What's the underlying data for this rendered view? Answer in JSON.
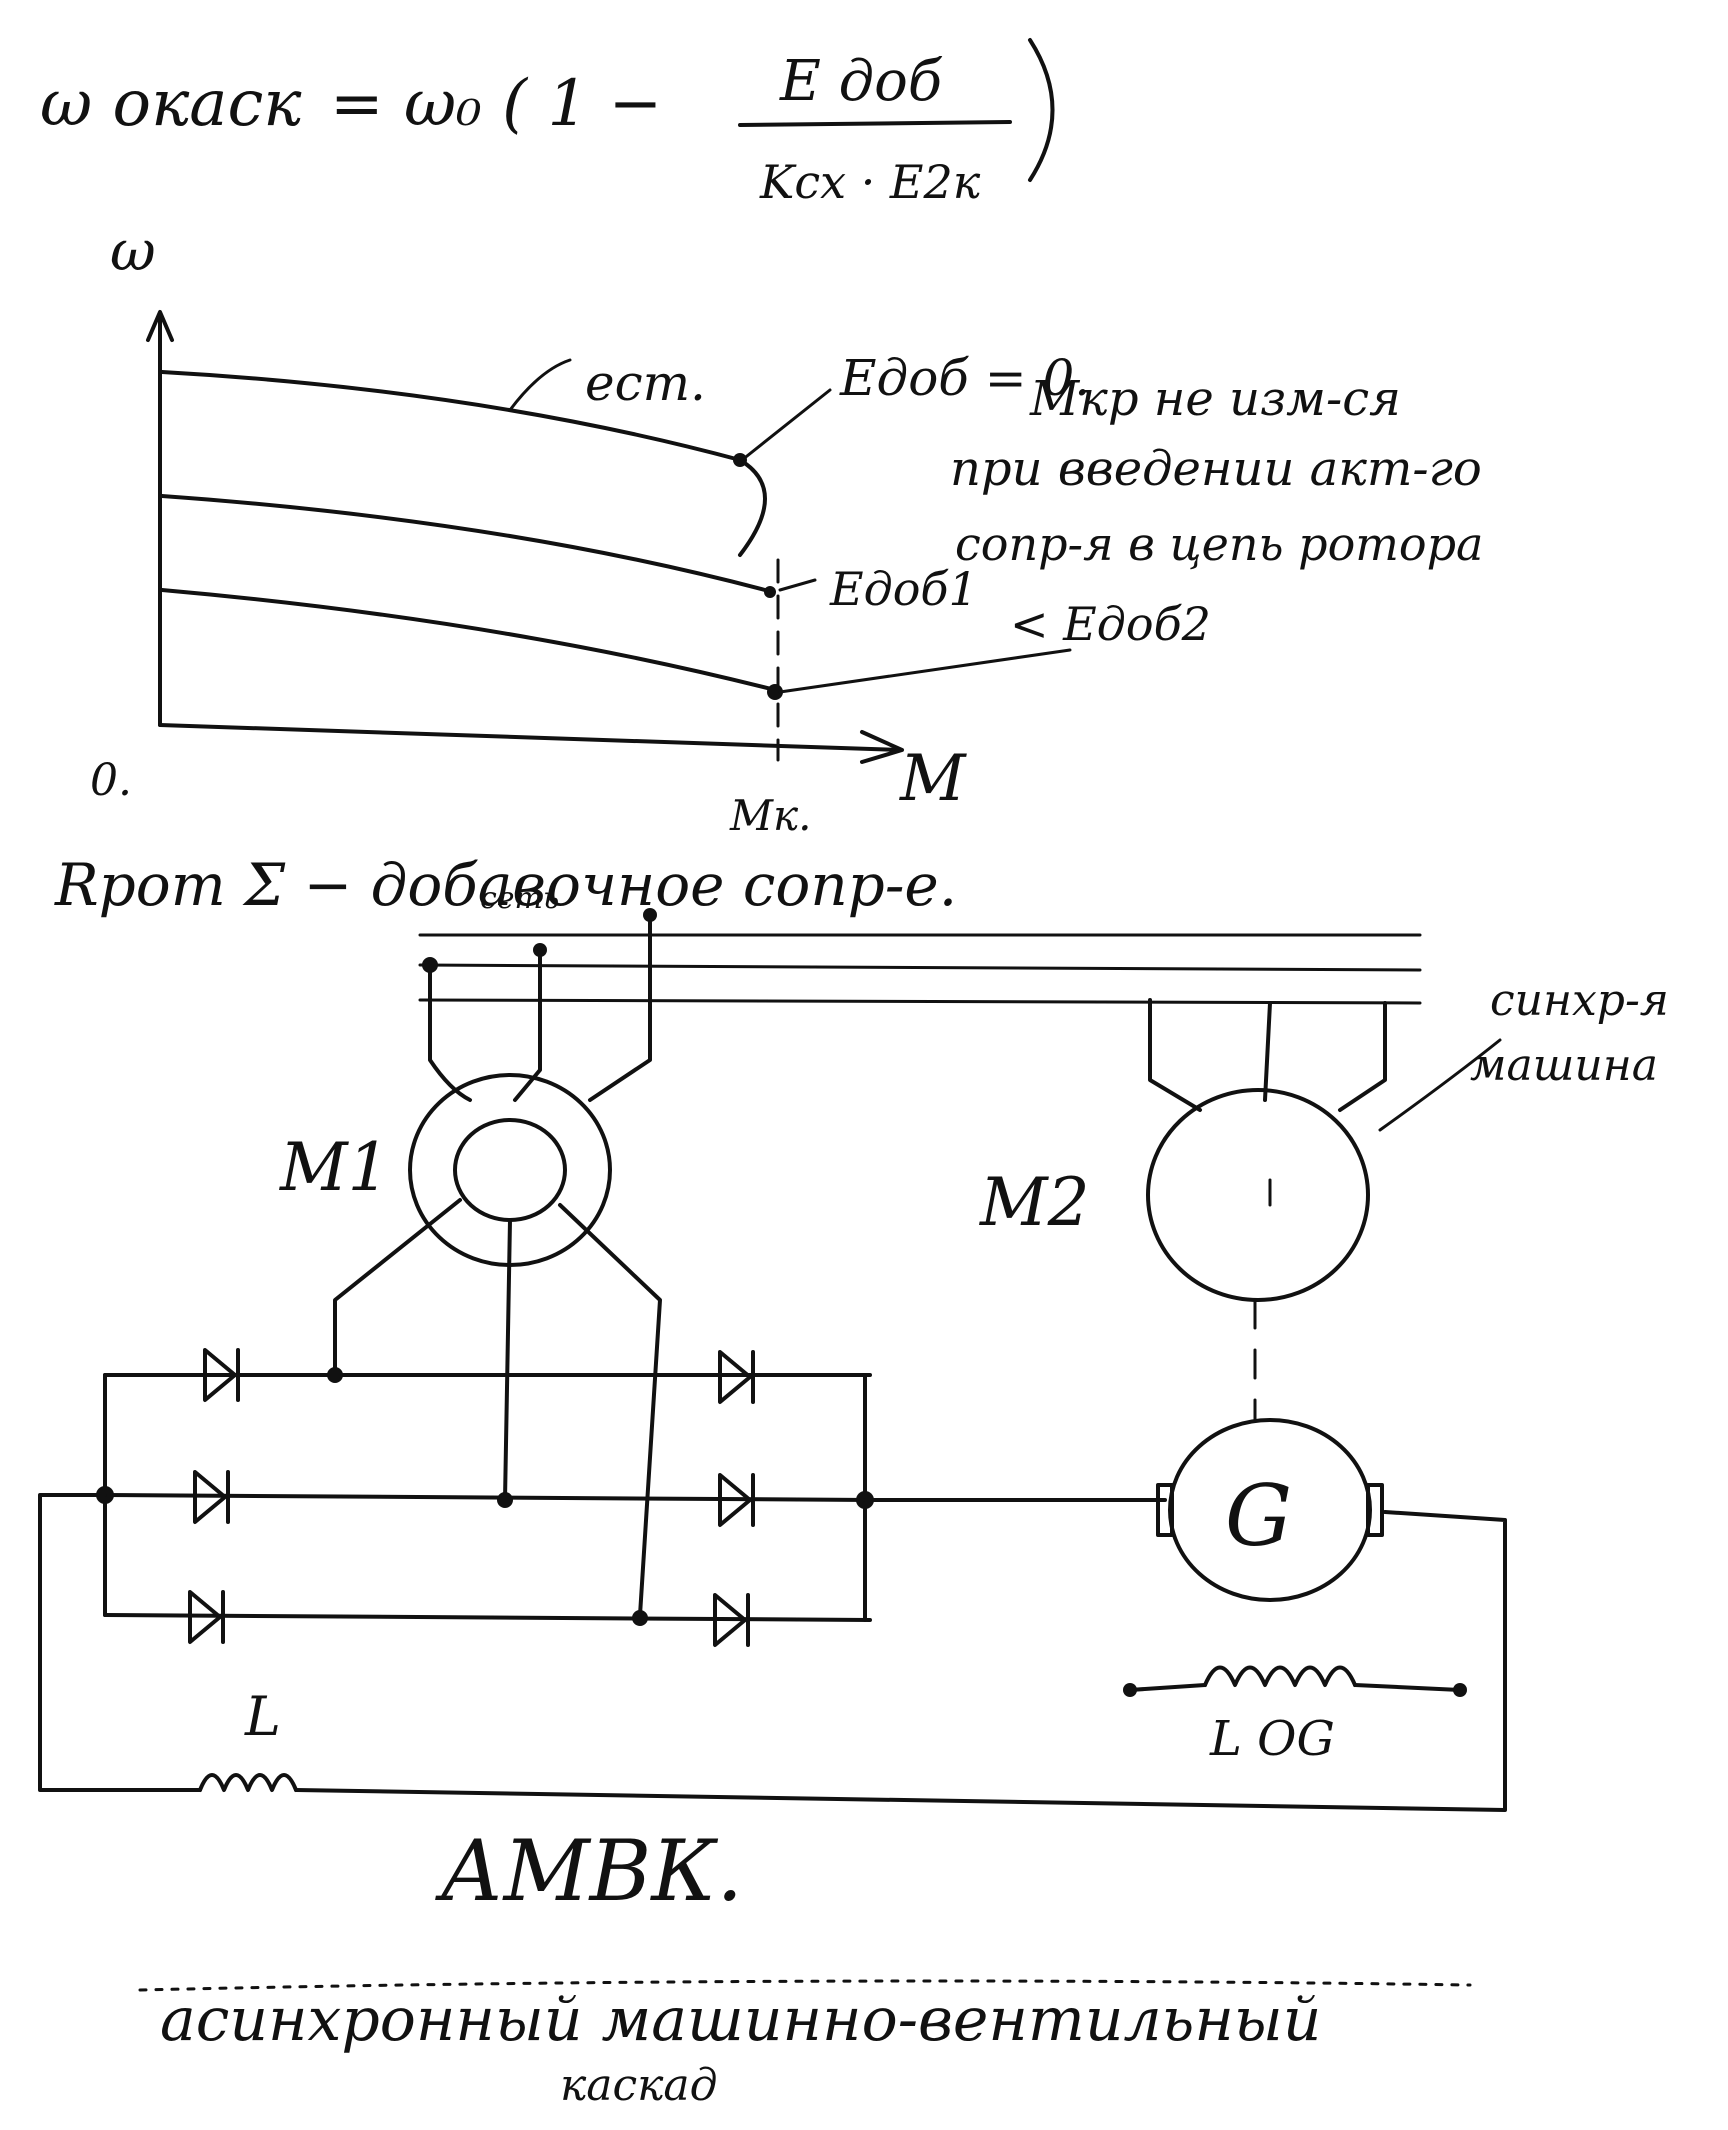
{
  "formula": {
    "lhs": "ω окаск",
    "rhs_prefix": "= ω₀ ( 1 −",
    "numerator": "E доб",
    "denominator": "Kсх · E2к"
  },
  "graph": {
    "y_axis_label": "ω",
    "x_axis_label": "M",
    "origin_label": "0.",
    "mk_label": "Mк.",
    "curve_label": "ест.",
    "edob_zero_label": "Eдоб = 0.",
    "edob_compare_1": "Eдоб1",
    "edob_compare_2": "< Eдоб2",
    "note_line1": "Mкр не изм-ся",
    "note_line2": "при введении акт-го",
    "note_line3": "сопр-я в цепь ротора"
  },
  "rpot_note": "Rрот Σ − добавочное сопр-е.",
  "network_label": "сеть",
  "m1_label": "M1",
  "m2_label": "M2",
  "sync_note_line1": "синхр-я",
  "sync_note_line2": "машина",
  "gen_label": "G",
  "inductor_label": "L",
  "field_label": "L ОG",
  "title": "АМВК.",
  "caption_line1": "асинхронный машинно-вентильный",
  "caption_line2": "каскад"
}
